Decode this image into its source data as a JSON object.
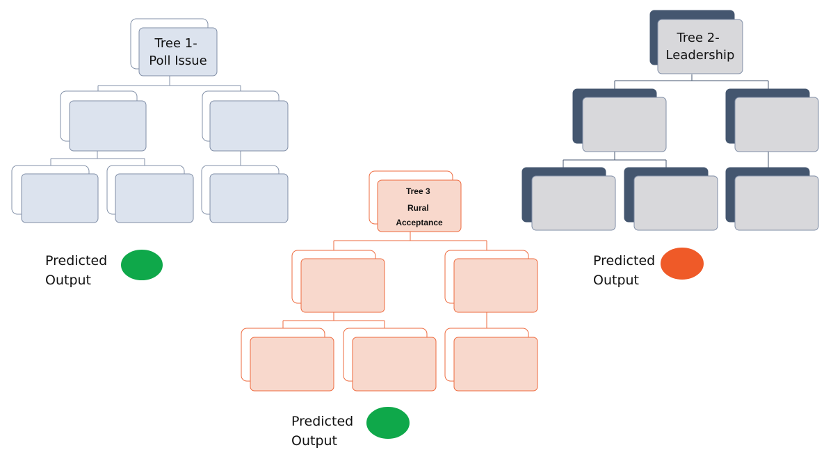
{
  "trees": [
    {
      "id": "tree1",
      "root_label_lines": [
        "Tree 1-",
        "Poll Issue"
      ],
      "colors": {
        "back_fill": "#ffffff",
        "back_stroke": "#8391a8",
        "front_fill": "#dce3ee",
        "front_stroke": "#7f8da6",
        "line": "#8391a8"
      },
      "prediction": {
        "label_lines": [
          "Predicted",
          "Output"
        ],
        "color": "#0fa84a"
      }
    },
    {
      "id": "tree2",
      "root_label_lines": [
        "Tree 2-",
        "Leadership"
      ],
      "colors": {
        "back_fill": "#44566f",
        "back_stroke": "#44566f",
        "front_fill": "#d8d8db",
        "front_stroke": "#7f8da6",
        "line": "#44566f"
      },
      "prediction": {
        "label_lines": [
          "Predicted",
          "Output"
        ],
        "color": "#ef5a28"
      }
    },
    {
      "id": "tree3",
      "root_label_lines": [
        "Tree 3",
        "Rural",
        "Acceptance"
      ],
      "colors": {
        "back_fill": "#ffffff",
        "back_stroke": "#ee6a3e",
        "front_fill": "#f8d8cc",
        "front_stroke": "#ee6a3e",
        "line": "#ee6a3e"
      },
      "prediction": {
        "label_lines": [
          "Predicted",
          "Output"
        ],
        "color": "#0fa84a"
      }
    }
  ]
}
